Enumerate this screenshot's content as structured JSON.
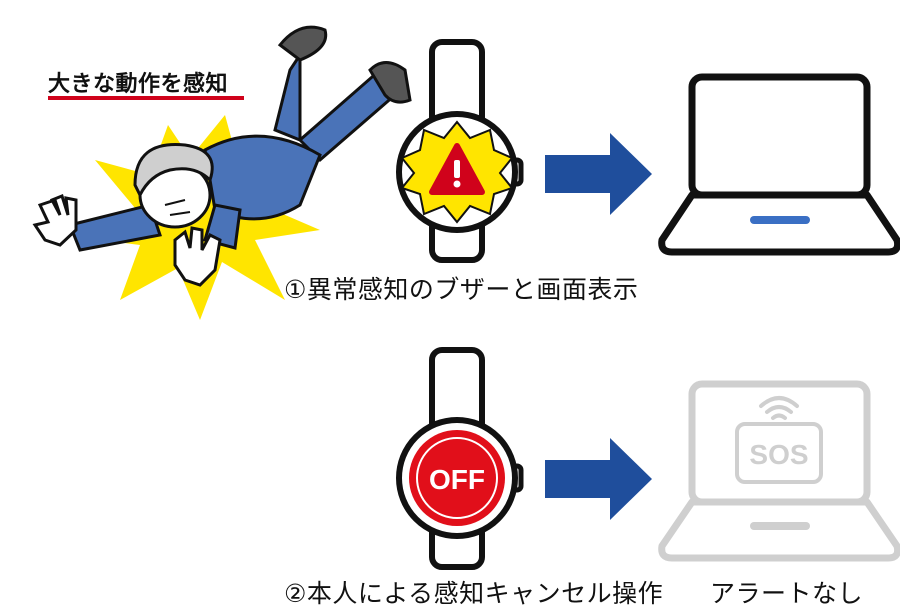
{
  "labels": {
    "motion": "大きな動作を感知",
    "step1": "①異常感知のブザーと画面表示",
    "step2": "②本人による感知キャンセル操作",
    "no_alert": "アラートなし"
  },
  "watch_off": {
    "text": "OFF"
  },
  "laptop_off": {
    "screen_text": "SOS"
  },
  "colors": {
    "accent_red": "#d0021b",
    "arrow_blue": "#1f4e9c",
    "warning_yellow": "#ffe500",
    "off_red": "#e10f1a",
    "laptop_bar_blue": "#3a6fc4",
    "disabled_gray": "#cfcfcf",
    "outline": "#111111",
    "shirt_blue": "#4a73b8"
  },
  "icons": [
    "falling-person-icon",
    "smartwatch-icon",
    "warning-icon",
    "arrow-right-icon",
    "laptop-icon",
    "sos-icon",
    "wifi-icon"
  ]
}
